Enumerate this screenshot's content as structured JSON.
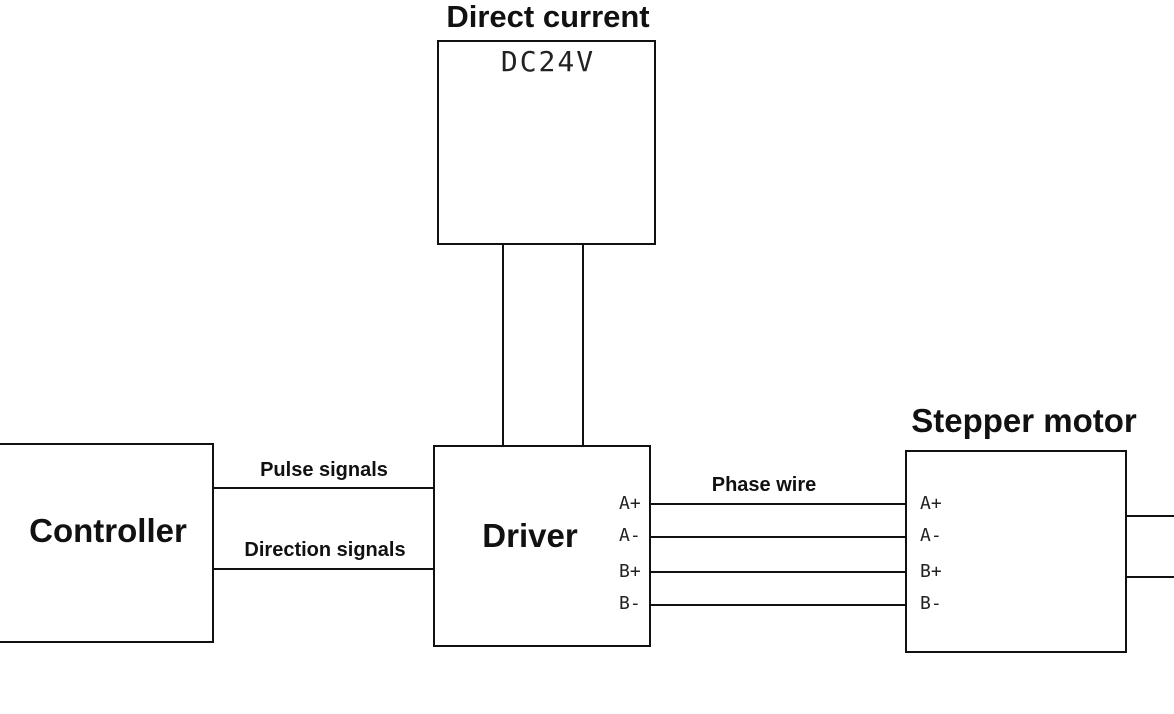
{
  "power_supply": {
    "title": "Direct current",
    "label": "DC24V"
  },
  "controller": {
    "label": "Controller"
  },
  "driver": {
    "label": "Driver",
    "terminals": [
      "A+",
      "A-",
      "B+",
      "B-"
    ]
  },
  "motor": {
    "title": "Stepper motor",
    "terminals": [
      "A+",
      "A-",
      "B+",
      "B-"
    ]
  },
  "signals": {
    "pulse": "Pulse signals",
    "direction": "Direction signals",
    "phase": "Phase wire"
  }
}
